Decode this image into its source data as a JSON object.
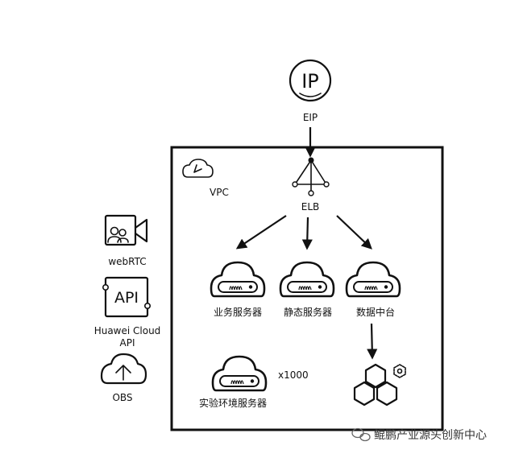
{
  "eip": {
    "label": "EIP",
    "icon_text": "IP"
  },
  "vpc": {
    "label": "VPC"
  },
  "elb": {
    "label": "ELB"
  },
  "servers": {
    "business": "业务服务器",
    "static": "静态服务器",
    "data_center": "数据中台",
    "experiment": "实验环境服务器",
    "multiplier": "x1000"
  },
  "external": {
    "webrtc": "webRTC",
    "api_icon_text": "API",
    "api_line1": "Huawei Cloud",
    "api_line2": "API",
    "obs": "OBS"
  },
  "watermark": "鲲鹏产业源头创新中心",
  "colors": {
    "stroke": "#111111",
    "background": "#ffffff"
  }
}
